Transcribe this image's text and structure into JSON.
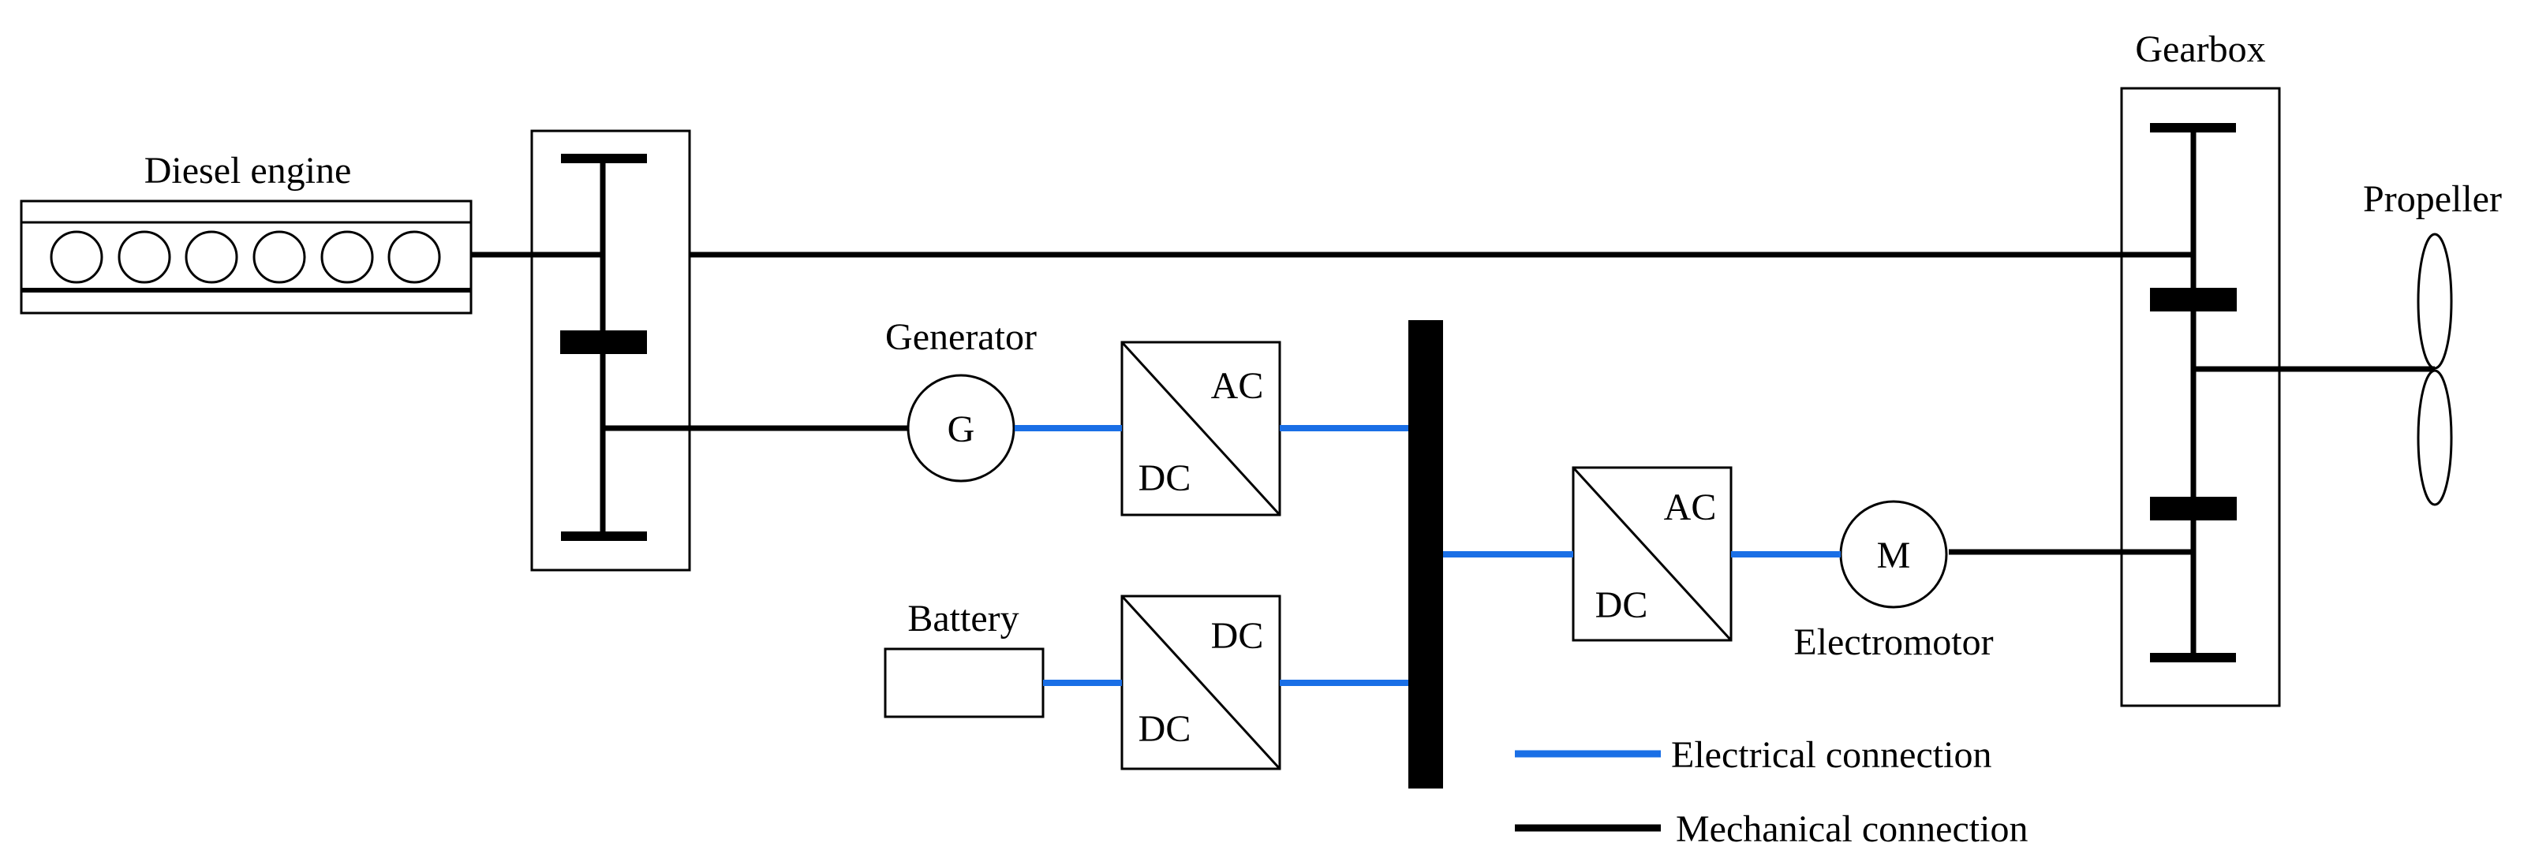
{
  "labels": {
    "diesel_engine": "Diesel engine",
    "gearbox": "Gearbox",
    "propeller": "Propeller",
    "generator": "Generator",
    "generator_symbol": "G",
    "battery": "Battery",
    "electromotor": "Electromotor",
    "motor_symbol": "M"
  },
  "converters": {
    "gen_rectifier": {
      "top": "AC",
      "bottom": "DC"
    },
    "battery_converter": {
      "top": "DC",
      "bottom": "DC"
    },
    "motor_inverter": {
      "top": "AC",
      "bottom": "DC"
    }
  },
  "legend": {
    "electrical": "Electrical connection",
    "mechanical": "Mechanical connection"
  },
  "colors": {
    "electrical": "#1a6fe6",
    "mechanical": "#000000"
  }
}
